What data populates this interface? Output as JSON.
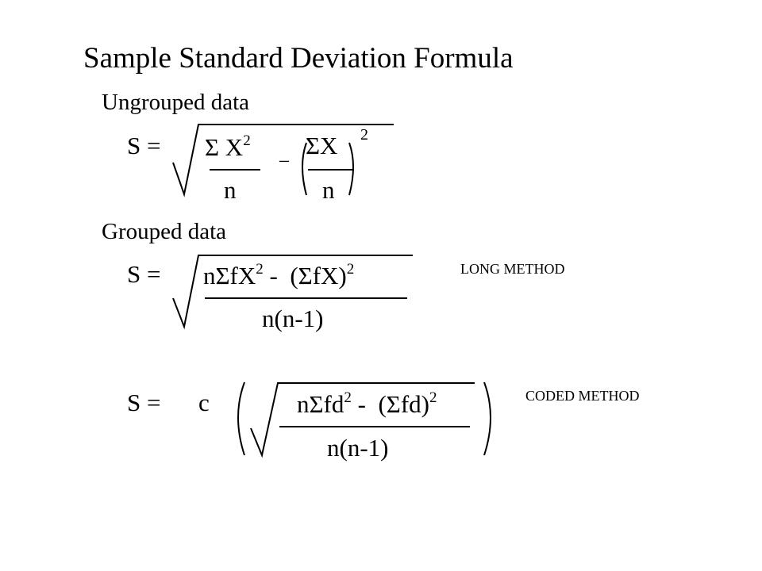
{
  "title": "Sample Standard Deviation Formula",
  "ungrouped": {
    "heading": "Ungrouped data",
    "lhs": "S =",
    "term1_num": "Σ X",
    "term1_exp": "2",
    "minus": "–",
    "term2_num": "ΣX",
    "term2_exp": "2",
    "denom1": "n",
    "denom2": "n"
  },
  "grouped": {
    "heading": "Grouped data",
    "long": {
      "lhs": "S =",
      "num_a": "nΣfX",
      "exp_a": "2",
      "num_b": " -  (ΣfX)",
      "exp_b": "2",
      "denom": "n(n-1)",
      "label": "LONG METHOD"
    },
    "coded": {
      "lhs": "S =",
      "coef": "c",
      "num_a": "nΣfd",
      "exp_a": "2",
      "num_b": " -  (Σfd)",
      "exp_b": "2",
      "denom": "n(n-1)",
      "label": "CODED METHOD"
    }
  }
}
